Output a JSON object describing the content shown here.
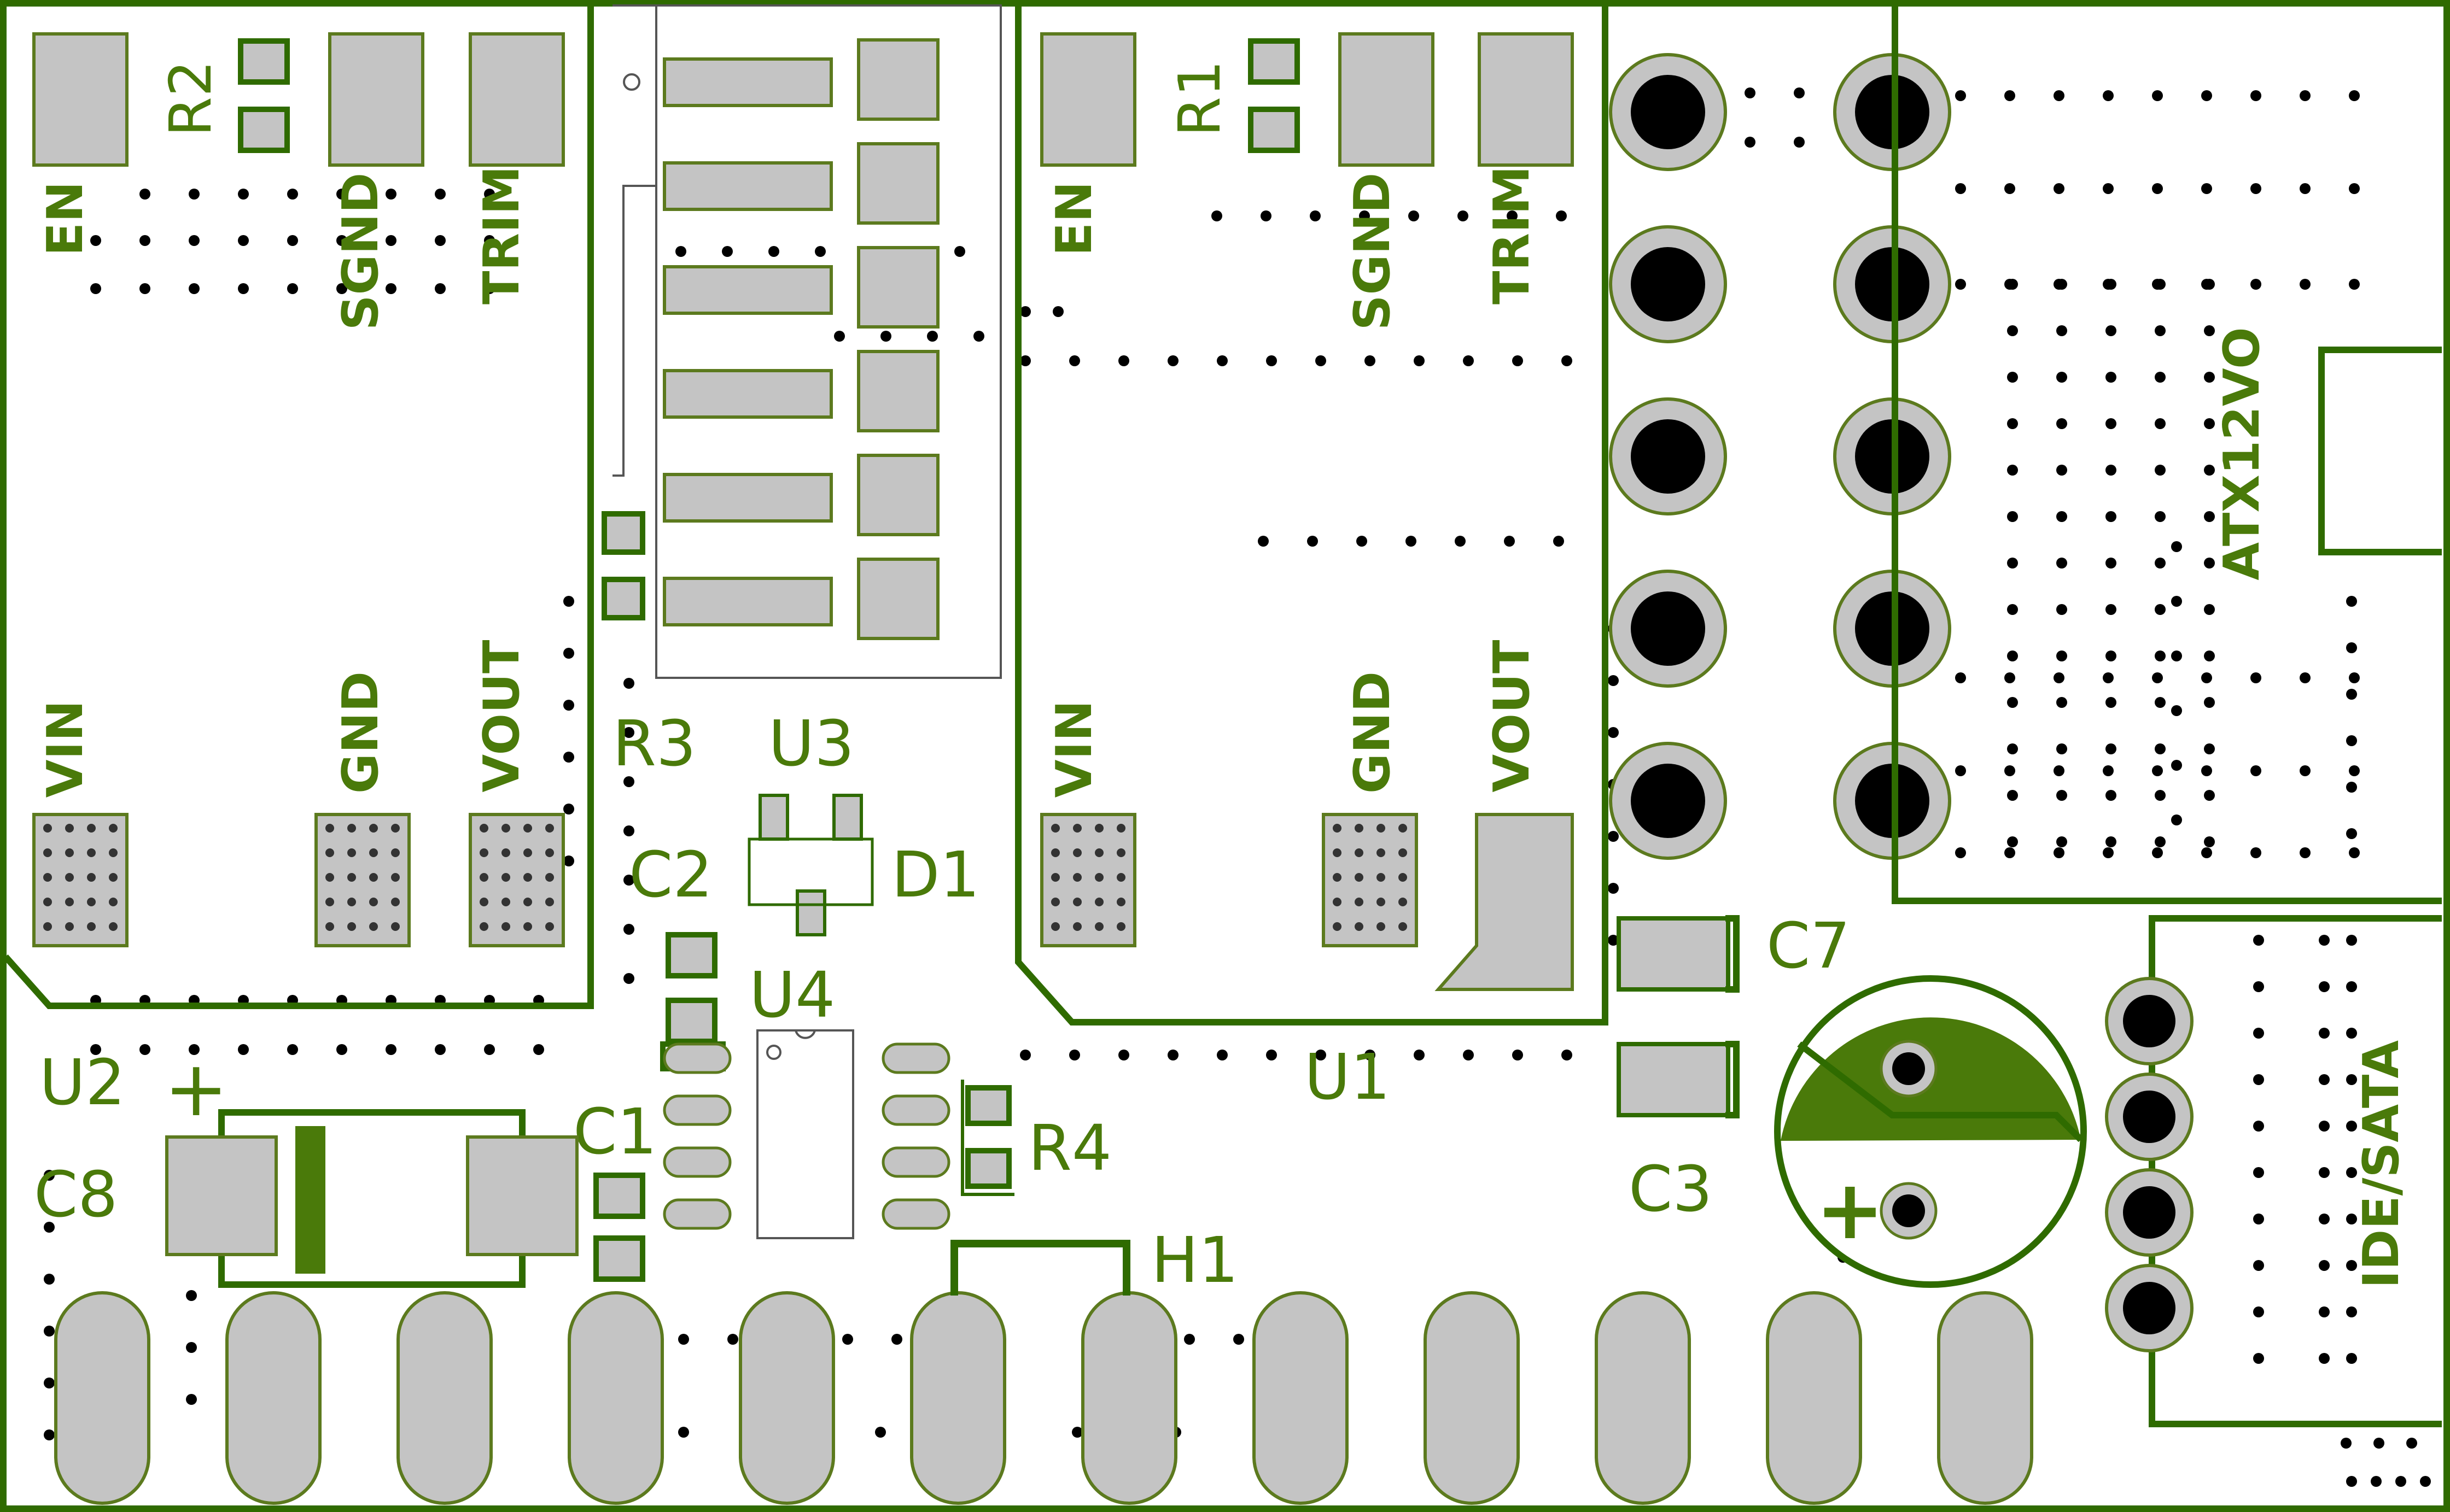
{
  "colors": {
    "silk": "#4a7a0a",
    "outline": "#2f6b00",
    "pad": "#c4c4c4",
    "pad_border": "#5c7a1e",
    "hole": "#000000",
    "via": "#000000",
    "background": "#ffffff"
  },
  "designators": {
    "r1": "R1",
    "r2": "R2",
    "r3": "R3",
    "r4": "R4",
    "u1": "U1",
    "u2": "U2",
    "u3": "U3",
    "u4": "U4",
    "c1": "C1",
    "c2": "C2",
    "c3": "C3",
    "c7": "C7",
    "c8": "C8",
    "d1": "D1",
    "h1": "H1"
  },
  "pin_labels": {
    "en": "EN",
    "sgnd": "SGND",
    "trim": "TRIM",
    "vin": "VIN",
    "gnd": "GND",
    "vout": "VOUT"
  },
  "connectors": {
    "atx": "ATX12VO",
    "ide_sata": "IDE/SATA"
  },
  "polarity": {
    "plus": "+"
  }
}
